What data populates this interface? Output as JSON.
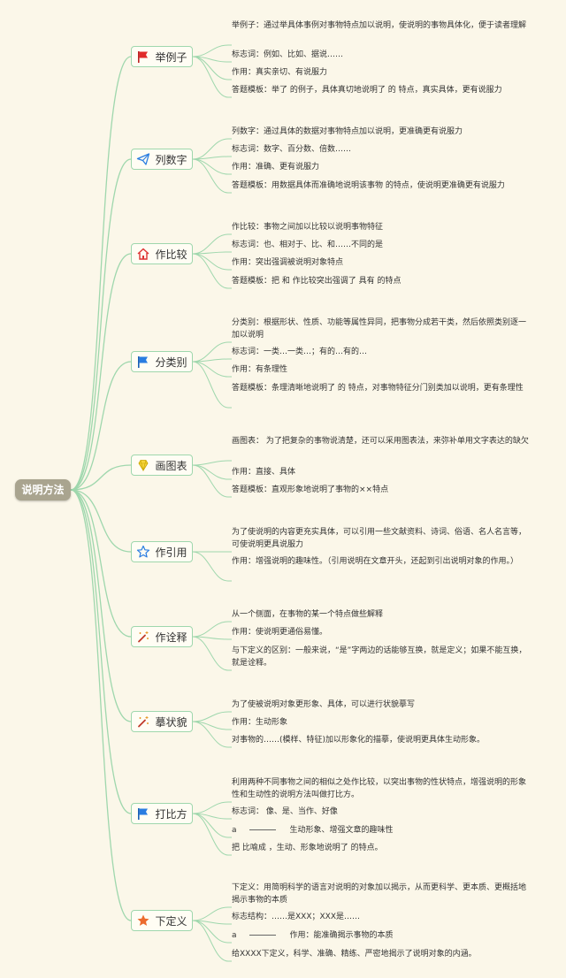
{
  "root": "说明方法",
  "branches": [
    {
      "label": "举例子",
      "icon": "red-flag-icon",
      "leaves": [
        "举例子：通过举具体事例对事物特点加以说明，使说明的事物具体化，便于读者理解",
        "标志词：例如、比如、据说……",
        "作用：真实亲切、有说服力",
        "答题模板：举了 的例子，具体真切地说明了 的 特点，真实具体，更有说服力"
      ]
    },
    {
      "label": "列数字",
      "icon": "paper-plane-icon",
      "leaves": [
        "列数字：通过具体的数据对事物特点加以说明，更准确更有说服力",
        "标志词：数字、百分数、倍数……",
        "作用：准确、更有说服力",
        "答题模板：用数据具体而准确地说明该事物 的特点，使说明更准确更有说服力"
      ]
    },
    {
      "label": "作比较",
      "icon": "house-icon",
      "leaves": [
        "作比较：事物之间加以比较以说明事物特征",
        "标志词：也、相对于、比、和……不同的是",
        "作用：突出强调被说明对象特点",
        "答题模板：把 和 作比较突出强调了 具有 的特点"
      ]
    },
    {
      "label": "分类别",
      "icon": "blue-flag-icon",
      "leaves": [
        "分类别：根据形状、性质、功能等属性异同，把事物分成若干类，然后依照类别逐一加以说明",
        "标志词：一类…一类…；有的…有的…",
        "作用：有条理性",
        "答题模板：条理清晰地说明了 的 特点，对事物特征分门别类加以说明，更有条理性"
      ]
    },
    {
      "label": "画图表",
      "icon": "lightbulb-icon",
      "leaves": [
        "画图表： 为了把复杂的事物说清楚，还可以采用图表法，来弥补单用文字表达的缺欠",
        "作用：直接、具体",
        "答题模板：直观形象地说明了事物的××特点"
      ]
    },
    {
      "label": "作引用",
      "icon": "star-outline-icon",
      "leaves": [
        "为了使说明的内容更充实具体，可以引用一些文献资料、诗词、俗语、名人名言等，可使说明更具说服力",
        "作用：增强说明的趣味性。（引用说明在文章开头，还起到引出说明对象的作用。）"
      ]
    },
    {
      "label": "作诠释",
      "icon": "magic-wand-icon",
      "leaves": [
        "从一个侧面，在事物的某一个特点做些解释",
        "作用：使说明更通俗易懂。",
        "与下定义的区别：一般来说，“是”字两边的话能够互换，就是定义；如果不能互换，就是诠释。"
      ]
    },
    {
      "label": "摹状貌",
      "icon": "magic-wand-icon",
      "leaves": [
        "为了使被说明对象更形象、具体，可以进行状貌摹写",
        "作用：生动形象",
        "对事物的……(模样、特征)加以形象化的描摹，使说明更具体生动形象。"
      ]
    },
    {
      "label": "打比方",
      "icon": "blue-flag-icon",
      "leaves": [
        "利用两种不同事物之间的相似之处作比较，以突出事物的性状特点，增强说明的形象性和生动性的说明方法叫做打比方。",
        "标志词： 像、是、当作、好像",
        {
          "prefix": "a",
          "text": "生动形象、增强文章的趣味性"
        },
        "把 比喻成 ，生动、形象地说明了 的特点。"
      ]
    },
    {
      "label": "下定义",
      "icon": "star-filled-icon",
      "leaves": [
        "下定义：用简明科学的语言对说明的对象加以揭示，从而更科学、更本质、更概括地揭示事物的本质",
        "标志结构：……是XXX；XXX是……",
        {
          "prefix": "a",
          "text": "作用：能准确揭示事物的本质"
        },
        "给XXXX下定义，科学、准确、精练、严密地揭示了说明对象的内涵。"
      ]
    }
  ],
  "colors": {
    "connector": "#9fd7ad",
    "root_fill": "#a9a48f",
    "background": "#fbf7e9"
  }
}
